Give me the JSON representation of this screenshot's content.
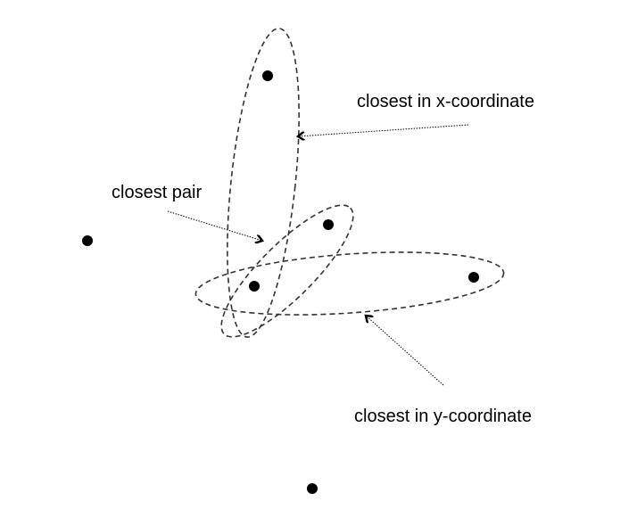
{
  "labels": {
    "closest_x": "closest in x-coordinate",
    "closest_pair": "closest pair",
    "closest_y": "closest in y-coordinate"
  },
  "colors": {
    "ink": "#000000",
    "background": "#ffffff"
  },
  "point_count": 6
}
